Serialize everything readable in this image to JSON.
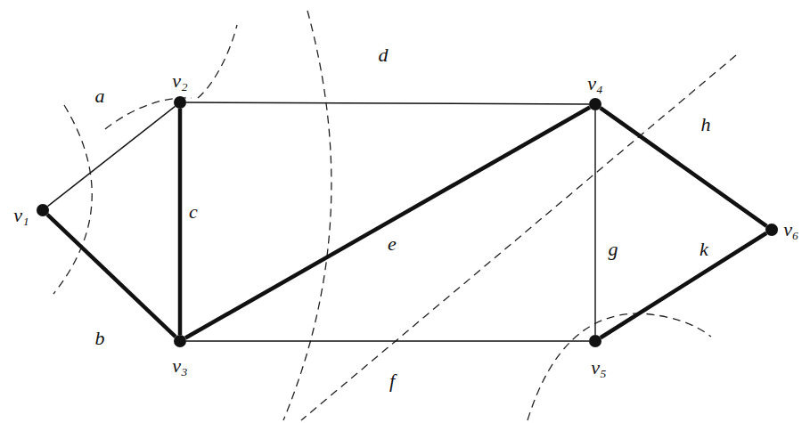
{
  "diagram": {
    "nodes": [
      {
        "text": [
          "v₁"
        ]
      },
      {
        "text": [
          "v₂"
        ]
      },
      {
        "text": [
          "v₃"
        ]
      },
      {
        "text": [
          "v₄"
        ]
      },
      {
        "text": [
          "v₅"
        ]
      },
      {
        "text": [
          "v₆"
        ]
      }
    ],
    "edges": [
      {
        "from": 0,
        "to": 1,
        "arrow": "none",
        "label": "a"
      },
      {
        "from": 0,
        "to": 2,
        "arrow": "none",
        "label": "b"
      },
      {
        "from": 1,
        "to": 2,
        "arrow": "none",
        "label": "c"
      },
      {
        "from": 1,
        "to": 3,
        "arrow": "none",
        "label": "d"
      },
      {
        "from": 2,
        "to": 3,
        "arrow": "none",
        "label": "e"
      },
      {
        "from": 2,
        "to": 4,
        "arrow": "none",
        "label": "f"
      },
      {
        "from": 3,
        "to": 4,
        "arrow": "none",
        "label": "g"
      },
      {
        "from": 3,
        "to": 5,
        "arrow": "none",
        "label": "h"
      },
      {
        "from": 4,
        "to": 5,
        "arrow": "none",
        "label": "k"
      }
    ]
  }
}
